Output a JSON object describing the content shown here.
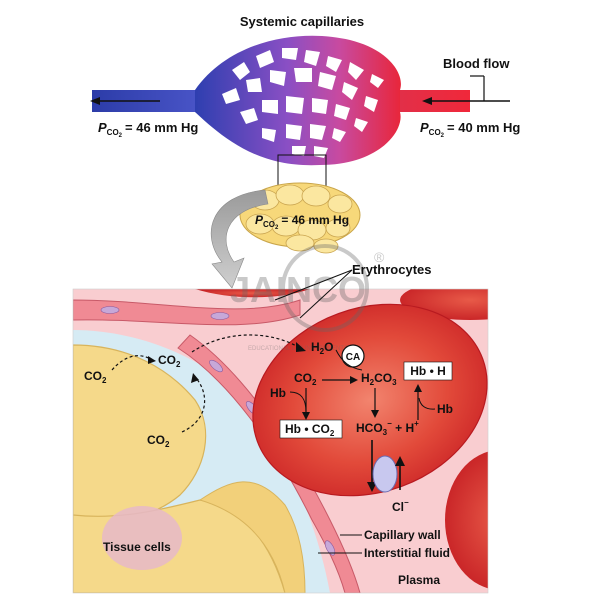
{
  "title": "Systemic capillaries",
  "blood_flow": "Blood flow",
  "pco2_symbol": "P",
  "pco2_sub": "CO",
  "pco2_sub2": "2",
  "pco2_left": "= 46 mm Hg",
  "pco2_right": "= 40 mm Hg",
  "pco2_tissue": "= 46 mm Hg",
  "erythrocytes": "Erythrocytes",
  "watermark": {
    "brand": "JAINCO",
    "tagline": "EDUCATIONAL LAB INSTRUMENTS",
    "registered": "®"
  },
  "molecules": {
    "co2": "CO",
    "two": "2",
    "h2o": "H",
    "h2o_tail": "O",
    "ca": "CA",
    "h2co3_a": "H",
    "h2co3_b": "CO",
    "h2co3_c": "3",
    "hb": "Hb",
    "hb_h": "Hb • H",
    "hb_co2": "Hb • CO",
    "hco3": "HCO",
    "hco3_sub": "3",
    "hco3_sup": "−",
    "plus_h": " + H",
    "plus_sup": "+",
    "cl": "Cl",
    "cl_sup": "−"
  },
  "labels": {
    "capillary_wall": "Capillary wall",
    "interstitial_fluid": "Interstitial fluid",
    "plasma": "Plasma",
    "tissue_cells": "Tissue cells"
  },
  "colors": {
    "venous_blue": "#2e3fb0",
    "arterial_red": "#e8263a",
    "capillary_purple": "#b04fc0",
    "plasma_pink": "#f7c9cc",
    "rbc_red": "#d92a2a",
    "tissue_yellow": "#f6dc8a",
    "interstitial_blue": "#d7ecf5"
  }
}
